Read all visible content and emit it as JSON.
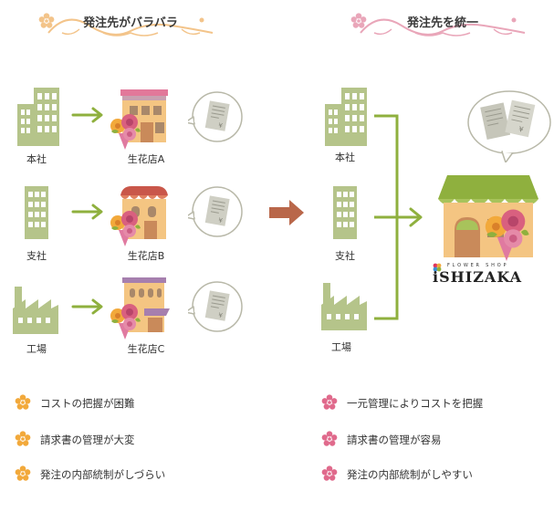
{
  "left": {
    "title": "発注先がバラバラ",
    "rows": [
      {
        "origin": "本社",
        "shop": "生花店A"
      },
      {
        "origin": "支社",
        "shop": "生花店B"
      },
      {
        "origin": "工場",
        "shop": "生花店C"
      }
    ],
    "bullets": [
      "コストの把握が困難",
      "請求書の管理が大変",
      "発注の内部統制がしづらい"
    ]
  },
  "right": {
    "title": "発注先を統一",
    "origins": [
      "本社",
      "支社",
      "工場"
    ],
    "logo_small": "FLOWER SHOP",
    "logo_name": "iSHIZAKA",
    "bullets": [
      "一元管理によりコストを把握",
      "請求書の管理が容易",
      "発注の内部統制がしやすい"
    ]
  },
  "colors": {
    "building": "#b5c48a",
    "arrow_green": "#8fb03e",
    "arrow_brown": "#b9674a",
    "orange_flower": "#f2a93b",
    "pink_flower": "#e06a8c",
    "header_left": "#f3c48a",
    "header_right": "#e9a6b9"
  }
}
